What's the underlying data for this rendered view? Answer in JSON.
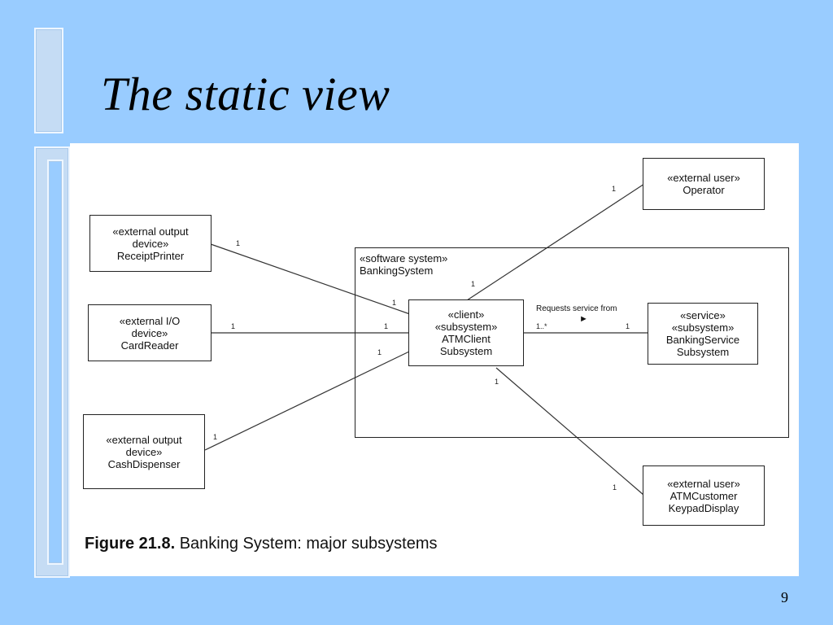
{
  "slide": {
    "title": "The static view",
    "page_number": "9"
  },
  "figure": {
    "caption_number": "Figure 21.8.",
    "caption_text": "Banking System: major subsystems",
    "system": {
      "stereotype": "«software system»",
      "name": "BankingSystem"
    },
    "nodes": {
      "receipt_printer": [
        "«external output",
        "device»",
        "ReceiptPrinter"
      ],
      "card_reader": [
        "«external I/O",
        "device»",
        "CardReader"
      ],
      "cash_dispenser": [
        "«external output",
        "device»",
        "CashDispenser"
      ],
      "operator": [
        "«external user»",
        "Operator"
      ],
      "atm_client": [
        "«client»",
        "«subsystem»",
        "ATMClient",
        "Subsystem"
      ],
      "banking_service": [
        "«service»",
        "«subsystem»",
        "BankingService",
        "Subsystem"
      ],
      "atm_customer": [
        "«external user»",
        "ATMCustomer",
        "KeypadDisplay"
      ]
    },
    "association_label": "Requests service from",
    "association_arrow": "►",
    "multiplicities": {
      "receipt_printer": "1",
      "client_receipt": "1",
      "card_reader": "1",
      "client_card": "1",
      "cash_dispenser": "1",
      "client_cash": "1",
      "operator": "1",
      "client_operator": "1",
      "client_service": "1..*",
      "service": "1",
      "client_customer": "1",
      "customer": "1"
    }
  }
}
